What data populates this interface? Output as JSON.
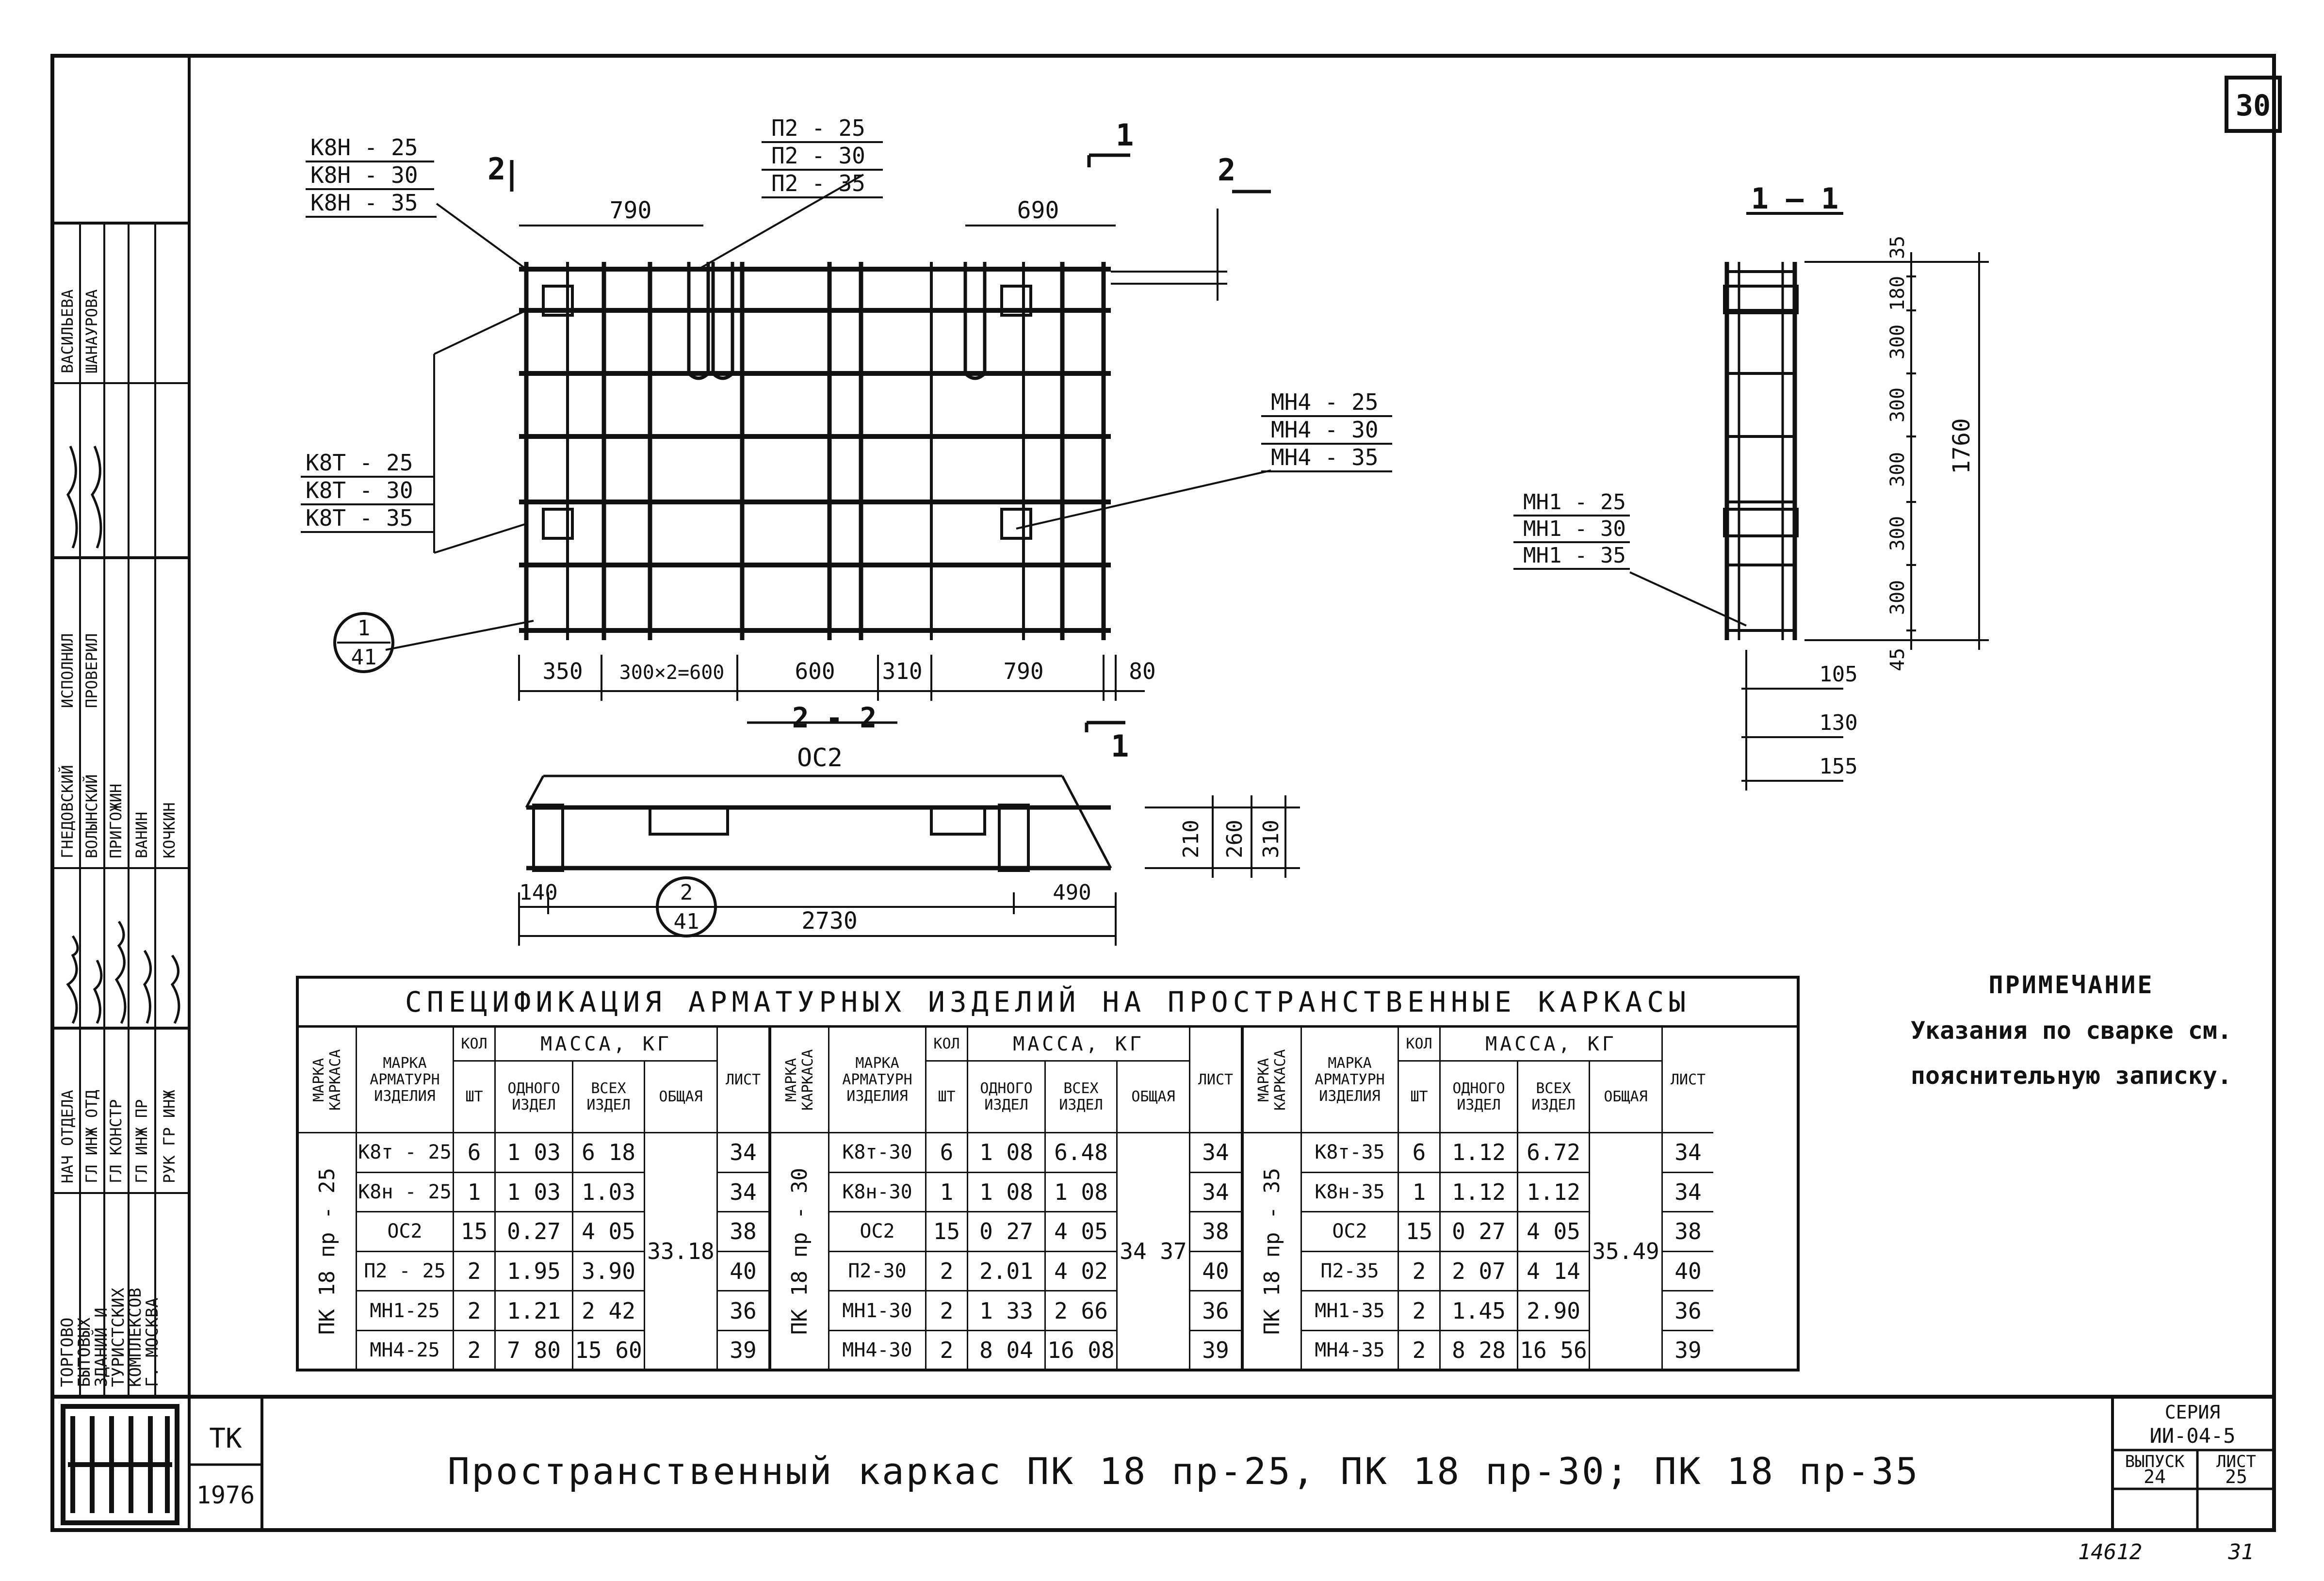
{
  "sheet_number": "30",
  "main_view": {
    "callout_k8n": [
      "К8Н - 25",
      "К8Н - 30",
      "К8Н - 35"
    ],
    "callout_p2": [
      "П2 - 25",
      "П2 - 30",
      "П2 - 35"
    ],
    "callout_k8t": [
      "К8Т - 25",
      "К8Т - 30",
      "К8Т - 35"
    ],
    "callout_mn4": [
      "МН4 - 25",
      "МН4 - 30",
      "МН4 - 35"
    ],
    "section_mark_2": "2",
    "section_mark_1": "1",
    "dim_790_top": "790",
    "dim_690_top": "690",
    "dims_bottom": [
      "350",
      "300×2=600",
      "600",
      "310",
      "790",
      "80"
    ],
    "node_ref_top": "1",
    "node_ref_bottom": "41"
  },
  "section_1_1": {
    "title": "1 — 1",
    "dims_right": [
      "35",
      "180",
      "300",
      "300",
      "300",
      "300",
      "300",
      "45"
    ],
    "dim_total": "1760",
    "callout_mn1": [
      "МН1 - 25",
      "МН1 - 30",
      "МН1 - 35"
    ],
    "dims_bottom": [
      "105",
      "130",
      "155"
    ]
  },
  "section_2_2": {
    "title": "2 - 2",
    "label": "ОС2",
    "dims_right": [
      "210",
      "260",
      "310"
    ],
    "dim_left": "140",
    "dim_right": "490",
    "dim_total": "2730",
    "node_ref_top": "2",
    "node_ref_bottom": "41"
  },
  "note": {
    "heading": "ПРИМЕЧАНИЕ",
    "line1": "Указания по сварке см.",
    "line2": "пояснительную записку."
  },
  "spec_table": {
    "title": "СПЕЦИФИКАЦИЯ АРМАТУРНЫХ ИЗДЕЛИЙ НА ПРОСТРАНСТВЕННЫЕ КАРКАСЫ",
    "headers": {
      "marka_karkasa": "МАРКА КАРКАСА",
      "marka_izd": "МАРКА АРМАТУРН ИЗДЕЛИЯ",
      "kol": "КОЛ",
      "sht": "ШТ",
      "massa": "МАССА, КГ",
      "odnogo": "ОДНОГО ИЗДЕЛ",
      "vseh": "ВСЕХ ИЗДЕЛ",
      "obshaya": "ОБЩАЯ",
      "list": "ЛИСТ"
    },
    "groups": [
      {
        "frame": "ПК 18 пр - 25",
        "total": "33.18",
        "rows": [
          [
            "К8т - 25",
            "6",
            "1 03",
            "6 18",
            "34"
          ],
          [
            "К8н - 25",
            "1",
            "1 03",
            "1.03",
            "34"
          ],
          [
            "ОС2",
            "15",
            "0.27",
            "4 05",
            "38"
          ],
          [
            "П2 - 25",
            "2",
            "1.95",
            "3.90",
            "40"
          ],
          [
            "МН1-25",
            "2",
            "1.21",
            "2 42",
            "36"
          ],
          [
            "МН4-25",
            "2",
            "7 80",
            "15 60",
            "39"
          ]
        ]
      },
      {
        "frame": "ПК 18 пр - 30",
        "total": "34 37",
        "rows": [
          [
            "К8т-30",
            "6",
            "1 08",
            "6.48",
            "34"
          ],
          [
            "К8н-30",
            "1",
            "1 08",
            "1 08",
            "34"
          ],
          [
            "ОС2",
            "15",
            "0 27",
            "4 05",
            "38"
          ],
          [
            "П2-30",
            "2",
            "2.01",
            "4 02",
            "40"
          ],
          [
            "МН1-30",
            "2",
            "1 33",
            "2 66",
            "36"
          ],
          [
            "МН4-30",
            "2",
            "8 04",
            "16 08",
            "39"
          ]
        ]
      },
      {
        "frame": "ПК 18 пр - 35",
        "total": "35.49",
        "rows": [
          [
            "К8т-35",
            "6",
            "1.12",
            "6.72",
            "34"
          ],
          [
            "К8н-35",
            "1",
            "1.12",
            "1.12",
            "34"
          ],
          [
            "ОС2",
            "15",
            "0 27",
            "4 05",
            "38"
          ],
          [
            "П2-35",
            "2",
            "2 07",
            "4 14",
            "40"
          ],
          [
            "МН1-35",
            "2",
            "1.45",
            "2.90",
            "36"
          ],
          [
            "МН4-35",
            "2",
            "8 28",
            "16 56",
            "39"
          ]
        ]
      }
    ]
  },
  "stamp": {
    "code": "ТК",
    "year": "1976",
    "title": "Пространственный каркас ПК 18 пр-25, ПК 18 пр-30; ПК 18 пр-35",
    "series_label": "СЕРИЯ",
    "series": "ИИ-04-5",
    "issue_label": "ВЫПУСК",
    "issue": "24",
    "sheet_label": "ЛИСТ",
    "sheet": "25",
    "bottom_left": "14612",
    "bottom_right": "31",
    "org": [
      "ТОРГОВО",
      "БЫТОВЫХ",
      "ЗДАНИЙ И",
      "ТУРИСТСКИХ",
      "КОМПЛЕКСОВ",
      "Г. МОСКВА"
    ],
    "roles": [
      "НАЧ ОТДЕЛА",
      "ГЛ ИНЖ ОТД",
      "ГЛ КОНСТР",
      "ГЛ ИНЖ ПР",
      "РУК ГР ИНЖ"
    ],
    "names": [
      "ГНЕДОВСКИЙ",
      "ВОЛЫНСКИЙ",
      "ПРИГОЖИН",
      "ВАНИН",
      "КОЧКИН"
    ],
    "roles2": [
      "ИСПОЛНИЛ",
      "ПРОВЕРИЛ"
    ],
    "names2": [
      "ВАСИЛЬЕВА",
      "ШАНАУРОВА"
    ]
  }
}
